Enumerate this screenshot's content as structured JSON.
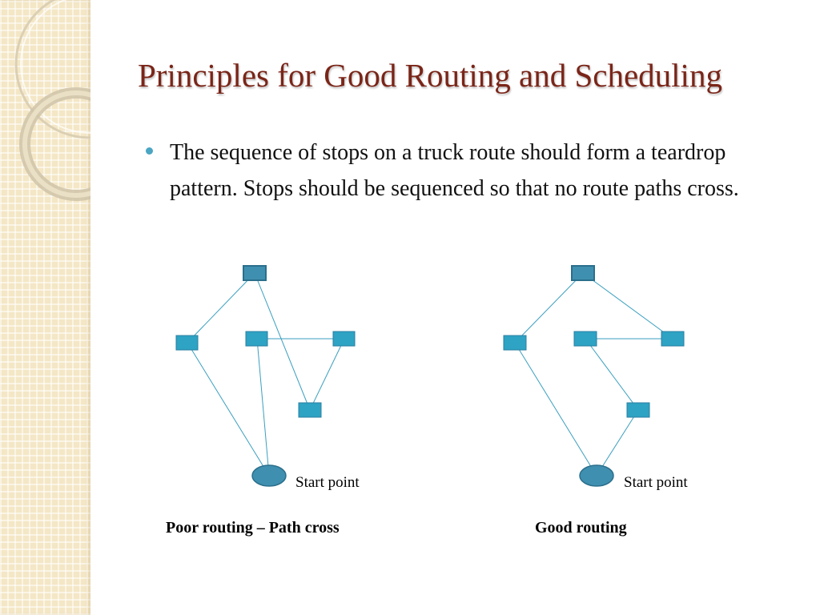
{
  "slide": {
    "title": "Principles for Good Routing and Scheduling",
    "bullet": "The sequence of stops on a truck route should form a teardrop pattern. Stops should be sequenced so that no route paths cross."
  },
  "diagrams": {
    "poor": {
      "start_label": "Start point",
      "caption": "Poor routing – Path cross"
    },
    "good": {
      "start_label": "Start point",
      "caption": "Good routing"
    }
  },
  "colors": {
    "title": "#7a2518",
    "bullet": "#4aa6c3",
    "stop_fill": "#2ea3c4",
    "start_fill": "#3f8fb0",
    "line": "#3a9fc0",
    "sidebar": "#f4e7c6"
  }
}
